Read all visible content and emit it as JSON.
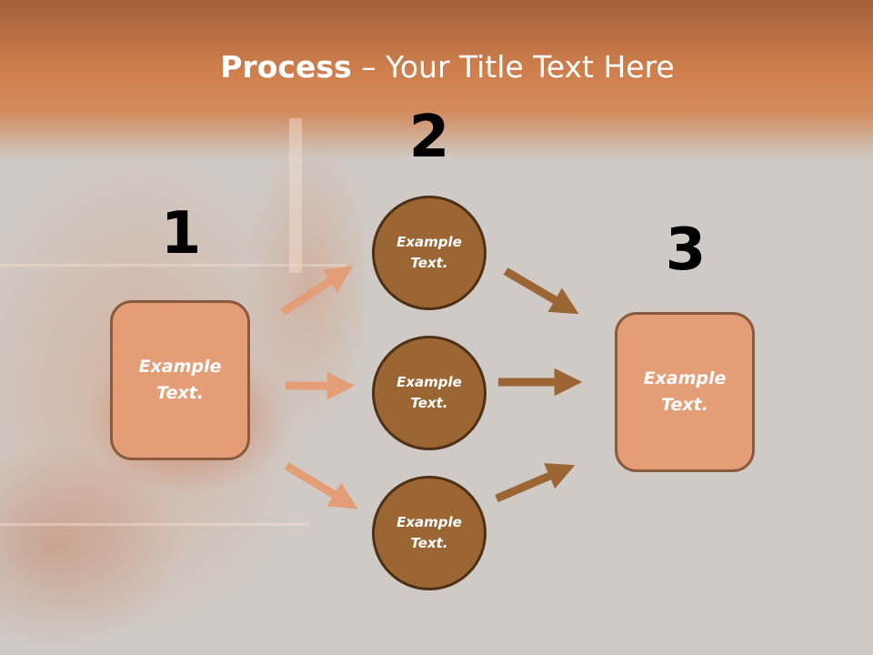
{
  "title": {
    "bold": "Process",
    "rest": " – Your Title Text Here"
  },
  "steps": [
    {
      "number": "1",
      "text": "Example Text."
    },
    {
      "number": "2",
      "items": [
        "Example Text.",
        "Example Text.",
        "Example Text."
      ]
    },
    {
      "number": "3",
      "text": "Example Text."
    }
  ],
  "colors": {
    "header": "#cf7f4d",
    "background": "#cfcac5",
    "box_fill": "#e39e78",
    "circle_fill": "#9b6633",
    "arrow_light": "#e39e78",
    "arrow_dark": "#9b6633"
  }
}
